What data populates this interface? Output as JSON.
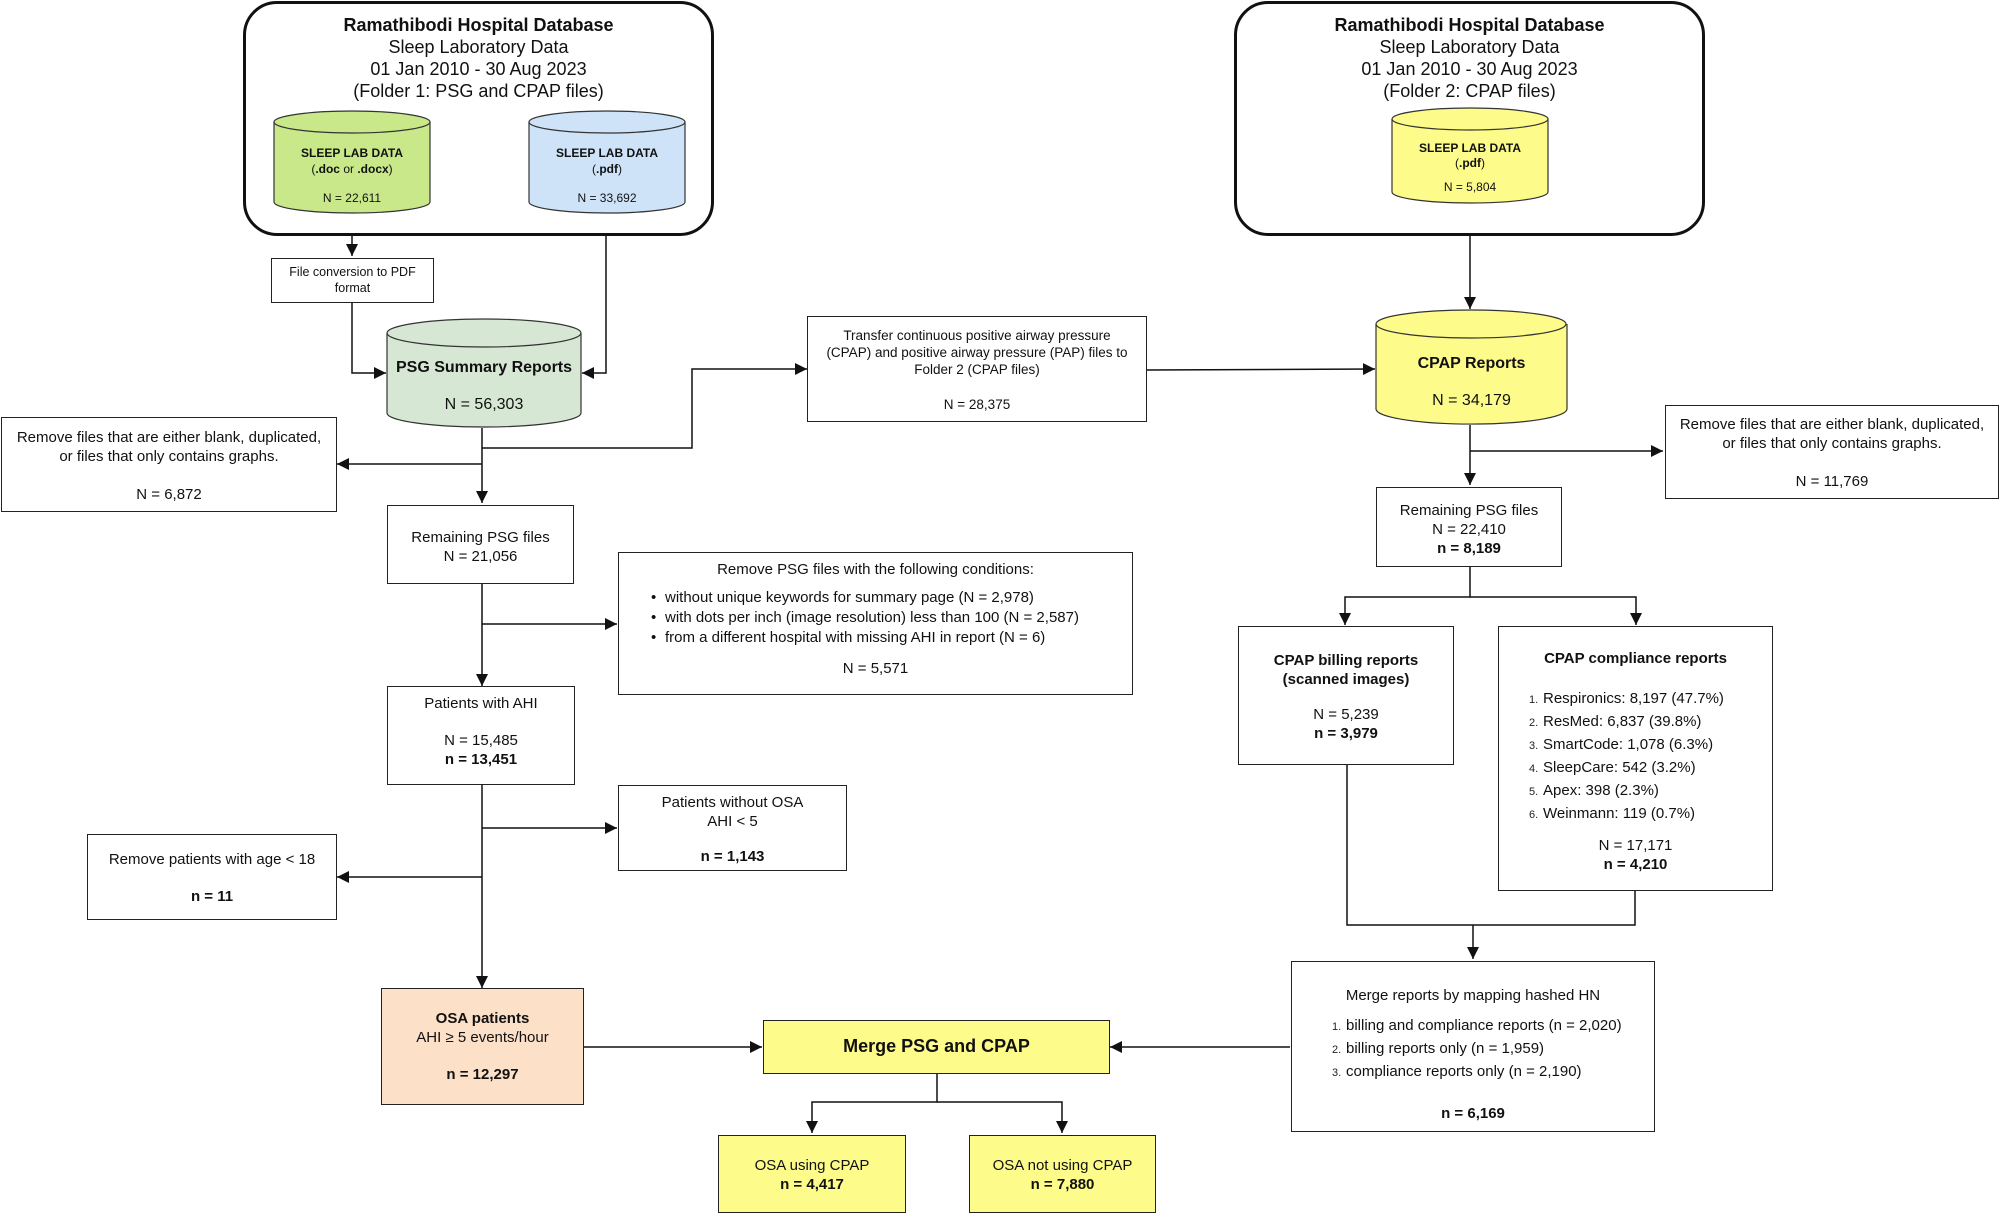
{
  "folder1": {
    "title": "Ramathibodi Hospital Database",
    "subtitle": "Sleep Laboratory Data",
    "dates": "01 Jan 2010 - 30 Aug 2023",
    "folder": "(Folder 1: PSG and CPAP files)",
    "doc_db": {
      "title": "SLEEP LAB DATA",
      "ext_pre": "(",
      "ext_a": ".doc",
      "ext_mid": " or ",
      "ext_b": ".docx",
      "ext_post": ")",
      "n": "N = 22,611"
    },
    "pdf_db": {
      "title": "SLEEP LAB DATA",
      "ext_pre": "(",
      "ext": ".pdf",
      "ext_post": ")",
      "n": "N = 33,692"
    }
  },
  "folder2": {
    "title": "Ramathibodi Hospital Database",
    "subtitle": "Sleep Laboratory Data",
    "dates": "01 Jan 2010 - 30 Aug 2023",
    "folder": "(Folder 2: CPAP files)",
    "pdf_db": {
      "title": "SLEEP LAB DATA",
      "ext_pre": "(",
      "ext": ".pdf",
      "ext_post": ")",
      "n": "N = 5,804"
    }
  },
  "file_conversion": "File conversion to PDF format",
  "psg_summary": {
    "title": "PSG Summary Reports",
    "n": "N = 56,303"
  },
  "transfer": {
    "text": "Transfer continuous positive airway pressure (CPAP) and positive airway pressure (PAP) files to Folder 2 (CPAP files)",
    "n": "N = 28,375"
  },
  "cpap_reports": {
    "title": "CPAP Reports",
    "n": "N = 34,179"
  },
  "remove_left": {
    "text": "Remove files that are either blank, duplicated, or files that only contains graphs.",
    "n": "N = 6,872"
  },
  "remove_right": {
    "text": "Remove files that are either blank, duplicated, or files that only contains graphs.",
    "n": "N = 11,769"
  },
  "remaining_psg_left": {
    "title": "Remaining PSG files",
    "n": "N = 21,056"
  },
  "remaining_psg_right": {
    "title": "Remaining PSG files",
    "n": "N = 22,410",
    "n2": "n =  8,189"
  },
  "remove_conditions": {
    "title": "Remove PSG files with the following conditions:",
    "items": [
      "without unique keywords for summary page (N = 2,978)",
      "with dots per inch (image resolution) less than 100 (N = 2,587)",
      "from a different hospital with missing AHI in report (N = 6)"
    ],
    "n": "N = 5,571"
  },
  "patients_ahi": {
    "title": "Patients with AHI",
    "n": "N = 15,485",
    "n2": "n = 13,451"
  },
  "without_osa": {
    "title": "Patients without OSA",
    "ahi": "AHI < 5",
    "n": "n = 1,143"
  },
  "remove_age": {
    "text": "Remove patients with age < 18",
    "n": "n = 11"
  },
  "osa_patients": {
    "title": "OSA patients",
    "ahi": "AHI ≥ 5 events/hour",
    "n": "n = 12,297"
  },
  "billing": {
    "title": "CPAP billing reports",
    "title2": "(scanned images)",
    "n": "N =  5,239",
    "n2": "n =  3,979"
  },
  "compliance": {
    "title": "CPAP compliance reports",
    "items": [
      "Respironics: 8,197 (47.7%)",
      "ResMed: 6,837 (39.8%)",
      "SmartCode: 1,078 (6.3%)",
      "SleepCare: 542 (3.2%)",
      "Apex: 398 (2.3%)",
      "Weinmann: 119 (0.7%)"
    ],
    "n": "N = 17,171",
    "n2": "n = 4,210"
  },
  "merge_reports": {
    "title": "Merge reports by mapping hashed HN",
    "items": [
      "billing and compliance reports (n = 2,020)",
      "billing reports only (n = 1,959)",
      "compliance reports only (n = 2,190)"
    ],
    "n": "n = 6,169"
  },
  "merge_psg_cpap": {
    "title": "Merge PSG and CPAP"
  },
  "osa_cpap": {
    "title": "OSA using CPAP",
    "n": "n = 4,417"
  },
  "osa_no_cpap": {
    "title": "OSA not using CPAP",
    "n": "n = 7,880"
  },
  "colors": {
    "green_db": "#c9e88a",
    "blue_db": "#cfe3f8",
    "yellow": "#fdfb8a",
    "psg_green": "#d6e8d3",
    "peach": "#fde0c8"
  }
}
